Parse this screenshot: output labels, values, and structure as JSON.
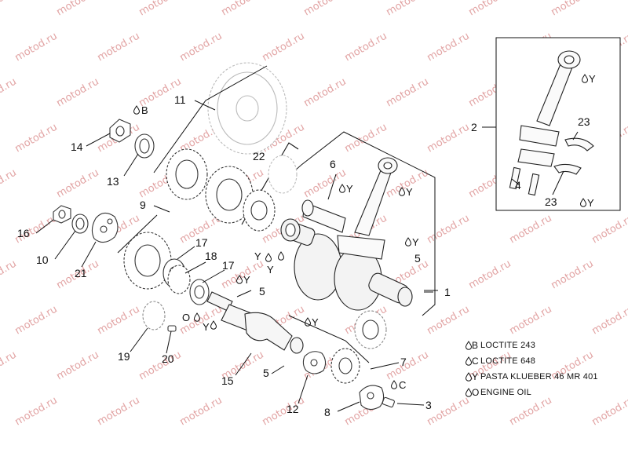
{
  "watermark": "motod.ru",
  "callouts": [
    {
      "id": "c1",
      "label": "1"
    },
    {
      "id": "c2",
      "label": "2"
    },
    {
      "id": "c3",
      "label": "3"
    },
    {
      "id": "c4",
      "label": "4"
    },
    {
      "id": "c5a",
      "label": "5"
    },
    {
      "id": "c5b",
      "label": "5"
    },
    {
      "id": "c5c",
      "label": "5"
    },
    {
      "id": "c6",
      "label": "6"
    },
    {
      "id": "c7",
      "label": "7"
    },
    {
      "id": "c8",
      "label": "8"
    },
    {
      "id": "c9",
      "label": "9"
    },
    {
      "id": "c10",
      "label": "10"
    },
    {
      "id": "c11",
      "label": "11"
    },
    {
      "id": "c12",
      "label": "12"
    },
    {
      "id": "c13",
      "label": "13"
    },
    {
      "id": "c14",
      "label": "14"
    },
    {
      "id": "c15",
      "label": "15"
    },
    {
      "id": "c16",
      "label": "16"
    },
    {
      "id": "c17a",
      "label": "17"
    },
    {
      "id": "c17b",
      "label": "17"
    },
    {
      "id": "c18",
      "label": "18"
    },
    {
      "id": "c19",
      "label": "19"
    },
    {
      "id": "c20",
      "label": "20"
    },
    {
      "id": "c21",
      "label": "21"
    },
    {
      "id": "c22",
      "label": "22"
    },
    {
      "id": "c23a",
      "label": "23"
    },
    {
      "id": "c23b",
      "label": "23"
    }
  ],
  "codes": {
    "b": "B",
    "c": "C",
    "y": "Y",
    "o": "O"
  },
  "legend": [
    {
      "code": "B",
      "text": "LOCTITE 243"
    },
    {
      "code": "C",
      "text": "LOCTITE 648"
    },
    {
      "code": "Y",
      "text": "PASTA KLUEBER 46 MR 401"
    },
    {
      "code": "O",
      "text": "ENGINE OIL"
    }
  ]
}
